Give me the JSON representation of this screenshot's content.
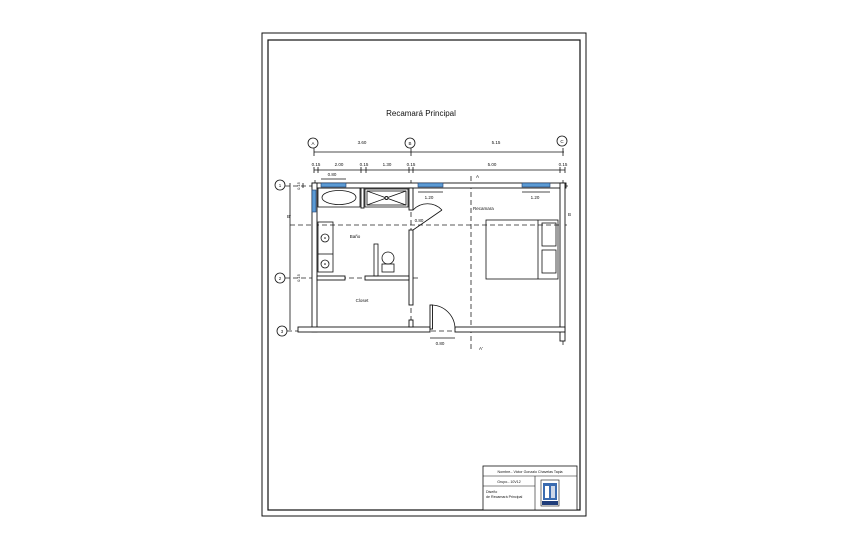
{
  "sheet": {
    "title": "Recamará Principal",
    "colors": {
      "window": "#5b9bd5",
      "line": "#111111"
    }
  },
  "grid": {
    "columns": [
      "A",
      "B",
      "C"
    ],
    "rows": [
      "1",
      "2",
      "3"
    ],
    "column_spans": [
      "3.60",
      "5.15"
    ],
    "sub_dims": [
      "0.15",
      "2.00",
      "0.15",
      "1.30",
      "0.15",
      "5.00",
      "0.15"
    ],
    "row_dims": [
      "0.15",
      "0.15"
    ]
  },
  "dims": {
    "tub_window": "0.80",
    "window_b": "1.20",
    "window_c": "1.20",
    "bath_door": "0.80",
    "entry_door": "0.80"
  },
  "rooms": {
    "bath": "Baño",
    "closet": "Closet",
    "bedroom": "Recamara"
  },
  "sections": {
    "a": "A",
    "a_prime": "A'",
    "b": "B",
    "b_prime": "B'"
  },
  "title_block": {
    "name": "Nombre.- Victor Gonzalo Chavelas Tapia",
    "group": "Grupo.- 10V12",
    "design_line1": "Diseño",
    "design_line2": "de Recamará Principal",
    "logo": "SAMLI"
  }
}
